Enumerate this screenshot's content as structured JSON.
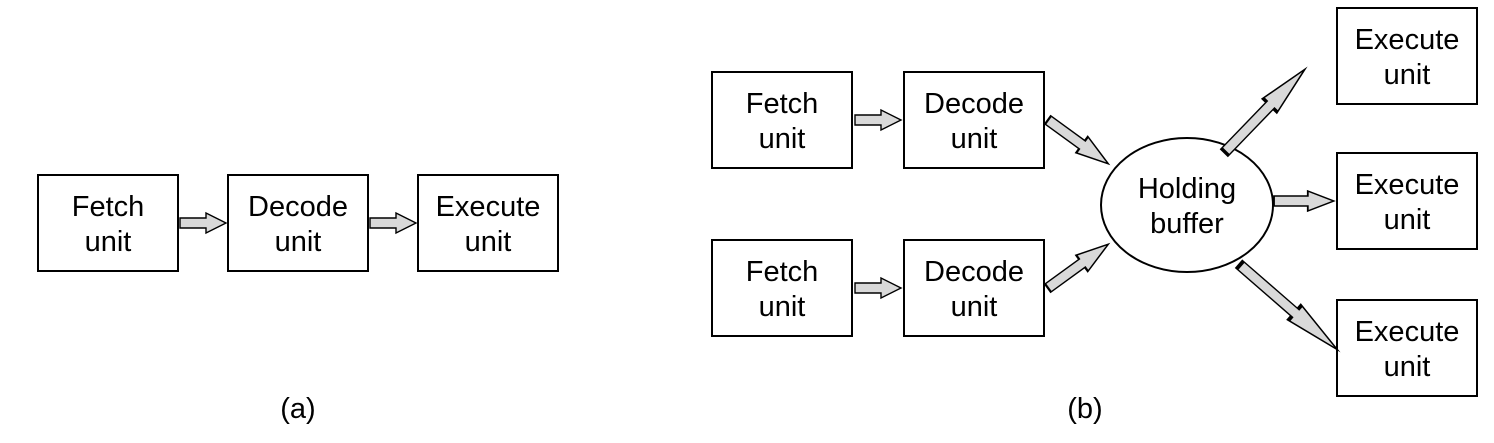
{
  "panel_a": {
    "caption": "(a)",
    "fetch": {
      "line1": "Fetch",
      "line2": "unit"
    },
    "decode": {
      "line1": "Decode",
      "line2": "unit"
    },
    "execute": {
      "line1": "Execute",
      "line2": "unit"
    }
  },
  "panel_b": {
    "caption": "(b)",
    "fetch_top": {
      "line1": "Fetch",
      "line2": "unit"
    },
    "decode_top": {
      "line1": "Decode",
      "line2": "unit"
    },
    "fetch_bottom": {
      "line1": "Fetch",
      "line2": "unit"
    },
    "decode_bottom": {
      "line1": "Decode",
      "line2": "unit"
    },
    "holding_buffer": {
      "line1": "Holding",
      "line2": "buffer"
    },
    "execute_top": {
      "line1": "Execute",
      "line2": "unit"
    },
    "execute_middle": {
      "line1": "Execute",
      "line2": "unit"
    },
    "execute_bottom": {
      "line1": "Execute",
      "line2": "unit"
    }
  }
}
